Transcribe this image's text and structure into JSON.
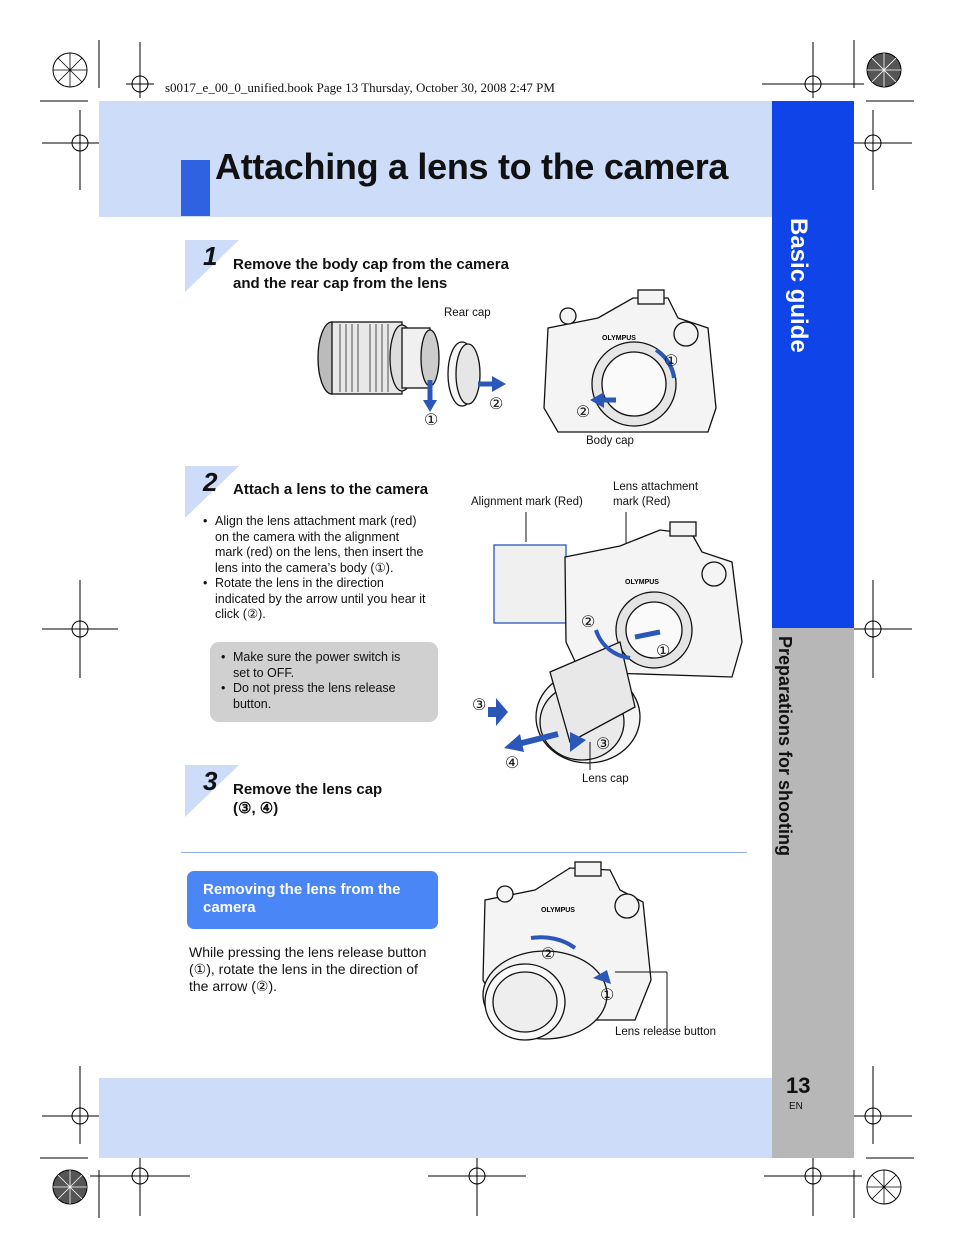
{
  "book_line": "s0017_e_00_0_unified.book  Page 13  Thursday, October 30, 2008  2:47 PM",
  "title": "Attaching a lens to the camera",
  "side_tabs": {
    "primary": "Basic guide",
    "secondary": "Preparations for shooting"
  },
  "page": {
    "number": "13",
    "lang": "EN"
  },
  "steps": [
    {
      "number": "1",
      "line1": "Remove the body cap from the camera",
      "line2": "and the rear cap from the lens"
    },
    {
      "number": "2",
      "line1": "Attach a lens to the camera"
    },
    {
      "number": "3",
      "line1": "Remove the lens cap",
      "line2": "(③, ④)"
    }
  ],
  "step2_bullets": [
    [
      "Align the lens attachment mark (red)",
      "on the camera with the alignment",
      "mark (red) on the lens, then insert the",
      "lens into the camera’s body (①)."
    ],
    [
      "Rotate the lens in the direction",
      "indicated by the arrow until you hear it",
      "click (②)."
    ]
  ],
  "note_bullets": [
    [
      "Make sure the power switch is",
      "set to OFF."
    ],
    [
      "Do not press the lens release",
      "button."
    ]
  ],
  "removing": {
    "heading_line1": "Removing the lens from the",
    "heading_line2": "camera",
    "body": [
      "While pressing the lens release button",
      "(①), rotate the lens in the direction of",
      "the arrow (②)."
    ]
  },
  "callouts": {
    "rear_cap": "Rear cap",
    "body_cap": "Body cap",
    "alignment_mark": "Alignment mark (Red)",
    "lens_attach_1": "Lens attachment",
    "lens_attach_2": "mark (Red)",
    "lens_cap": "Lens cap",
    "lens_release": "Lens release button",
    "c1": "①",
    "c2": "②",
    "c3": "③",
    "c4": "④"
  },
  "colors": {
    "accent_blue": "#2f62e0",
    "band_blue": "#ccdcf9",
    "side_blue": "#0e44e8",
    "side_gray": "#b7b7b7",
    "arrow_blue": "#2a57b8"
  }
}
